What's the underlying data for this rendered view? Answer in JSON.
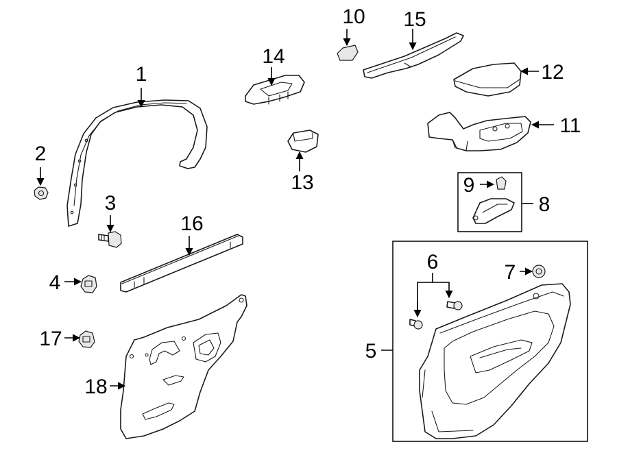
{
  "callouts": {
    "c1": "1",
    "c2": "2",
    "c3": "3",
    "c4": "4",
    "c5": "5",
    "c6": "6",
    "c7": "7",
    "c8": "8",
    "c9": "9",
    "c10": "10",
    "c11": "11",
    "c12": "12",
    "c13": "13",
    "c14": "14",
    "c15": "15",
    "c16": "16",
    "c17": "17",
    "c18": "18"
  },
  "colors": {
    "line": "#1a1a1a",
    "background": "#ffffff",
    "shade": "#e8e8e8"
  }
}
